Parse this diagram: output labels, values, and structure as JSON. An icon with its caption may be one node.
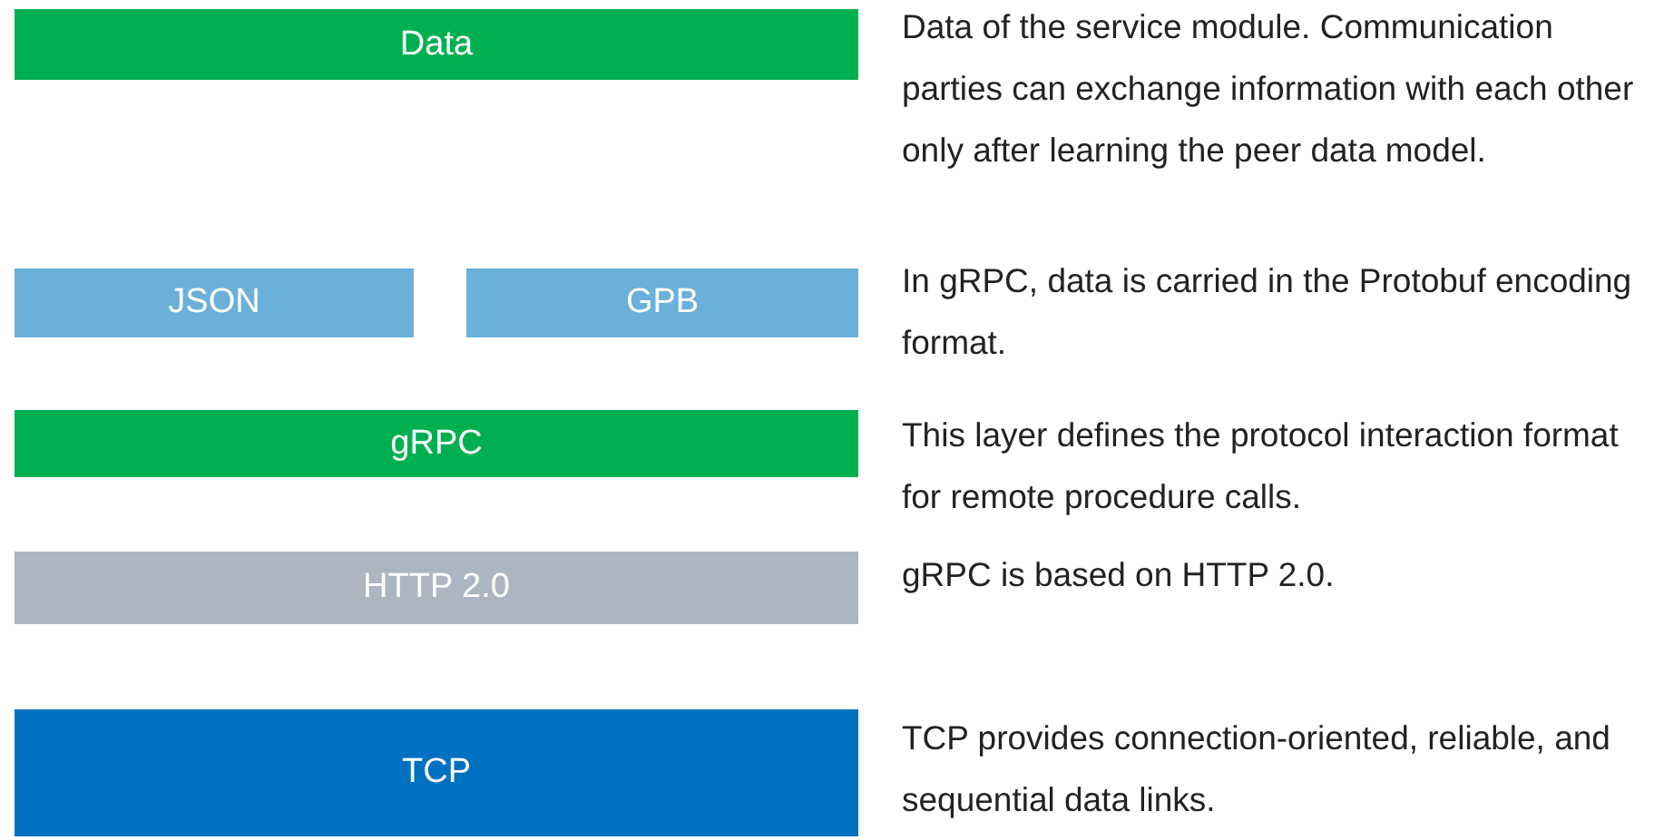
{
  "diagram": {
    "nodes": [
      {
        "text": [
          "Data"
        ],
        "beside": [
          "Data of the service module. Communication parties can exchange information with each other only after learning the peer data model."
        ]
      },
      {
        "text": [
          "JSON"
        ]
      },
      {
        "text": [
          "GPB"
        ],
        "beside": [
          "In gRPC, data is carried in the Protobuf encoding format."
        ]
      },
      {
        "text": [
          "gRPC"
        ],
        "beside": [
          "This layer defines the protocol interaction format for remote procedure calls."
        ]
      },
      {
        "text": [
          "HTTP 2.0"
        ],
        "beside": [
          "gRPC is based on HTTP 2.0."
        ]
      },
      {
        "text": [
          "TCP"
        ],
        "beside": [
          "TCP provides connection-oriented, reliable, and sequential data links."
        ]
      }
    ]
  }
}
